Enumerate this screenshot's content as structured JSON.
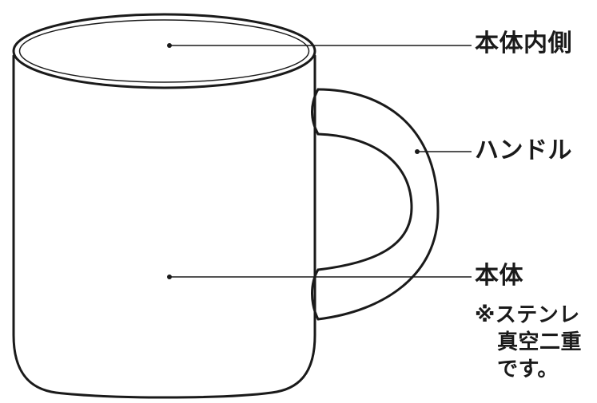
{
  "labels": {
    "inner": "本体内側",
    "handle": "ハンドル",
    "body": "本体",
    "note_line1": "※ステンレ",
    "note_line2": "真空二重",
    "note_line3": "です。"
  },
  "colors": {
    "stroke": "#1a1a1a",
    "background": "#ffffff",
    "text": "#1a1a1a"
  }
}
